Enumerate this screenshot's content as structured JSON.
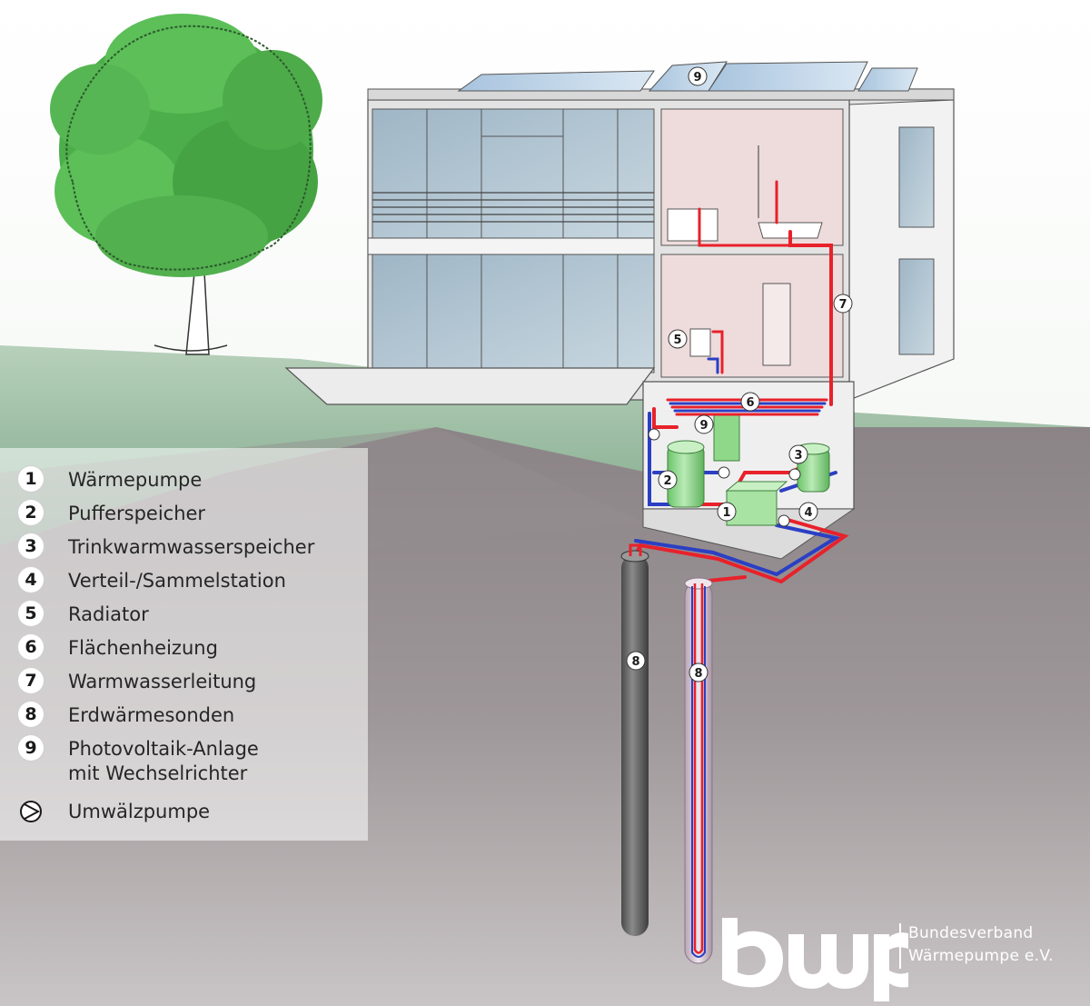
{
  "legend": {
    "items": [
      {
        "number": "1",
        "label": "Wärmepumpe"
      },
      {
        "number": "2",
        "label": "Pufferspeicher"
      },
      {
        "number": "3",
        "label": "Trinkwarmwasserspeicher"
      },
      {
        "number": "4",
        "label": "Verteil-/Sammelstation"
      },
      {
        "number": "5",
        "label": "Radiator"
      },
      {
        "number": "6",
        "label": "Flächenheizung"
      },
      {
        "number": "7",
        "label": "Warmwasserleitung"
      },
      {
        "number": "8",
        "label": "Erdwärmesonden"
      },
      {
        "number": "9",
        "label": "Photovoltaik-Anlage",
        "label_line2": "mit Wechselrichter"
      }
    ],
    "pump_label": "Umwälzpumpe"
  },
  "callouts": {
    "c1": "1",
    "c2": "2",
    "c3": "3",
    "c4": "4",
    "c5": "5",
    "c6": "6",
    "c7": "7",
    "c8a": "8",
    "c8b": "8",
    "c9a": "9",
    "c9b": "9"
  },
  "brand": {
    "logo": "bwp",
    "line1": "Bundesverband",
    "line2": "Wärmepumpe e.V."
  },
  "colors": {
    "hot_pipe": "#e8212b",
    "cold_pipe": "#2b3fc4",
    "tank_green": "#8fd88a",
    "tree_green": "#4cae4a",
    "ground": "#7b7476"
  }
}
